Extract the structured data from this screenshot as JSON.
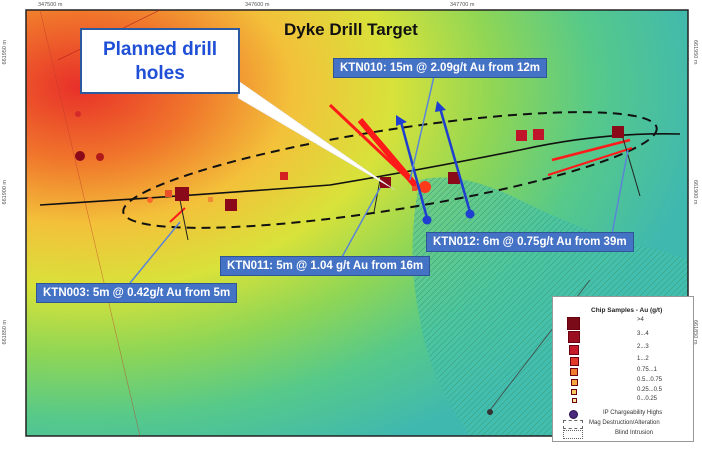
{
  "title": "Dyke Drill Target",
  "planned_label_line1": "Planned drill",
  "planned_label_line2": "holes",
  "callouts": {
    "ktn010": "KTN010: 15m @ 2.09g/t Au from 12m",
    "ktn012": "KTN012: 6m @ 0.75g/t Au from 39m",
    "ktn011": "KTN011: 5m @ 1.04 g/t Au from 16m",
    "ktn003": "KTN003: 5m @ 0.42g/t Au from 5m"
  },
  "grid_ticks": {
    "top": [
      "347500 m",
      "347600 m",
      "347700 m"
    ],
    "left": [
      "661950 m",
      "661900 m",
      "661850 m"
    ],
    "right": [
      "661950 m",
      "661900 m",
      "661850 m"
    ]
  },
  "legend": {
    "title": "Chip Samples - Au (g/t)",
    "classes": [
      ">4",
      "3...4",
      "2...3",
      "1...2",
      "0.75...1",
      "0.5...0.75",
      "0.25...0.5",
      "0...0.25"
    ],
    "ip_label": "IP Chargeability Highs",
    "mag_label": "Mag Destruction/Alteration",
    "dyke_label": "Blind Intrusion"
  },
  "colors": {
    "callout": "#4472c4",
    "drill_arrow": "#1f3fd0",
    "trend": "#111111",
    "samples": "#8b0a1a"
  }
}
